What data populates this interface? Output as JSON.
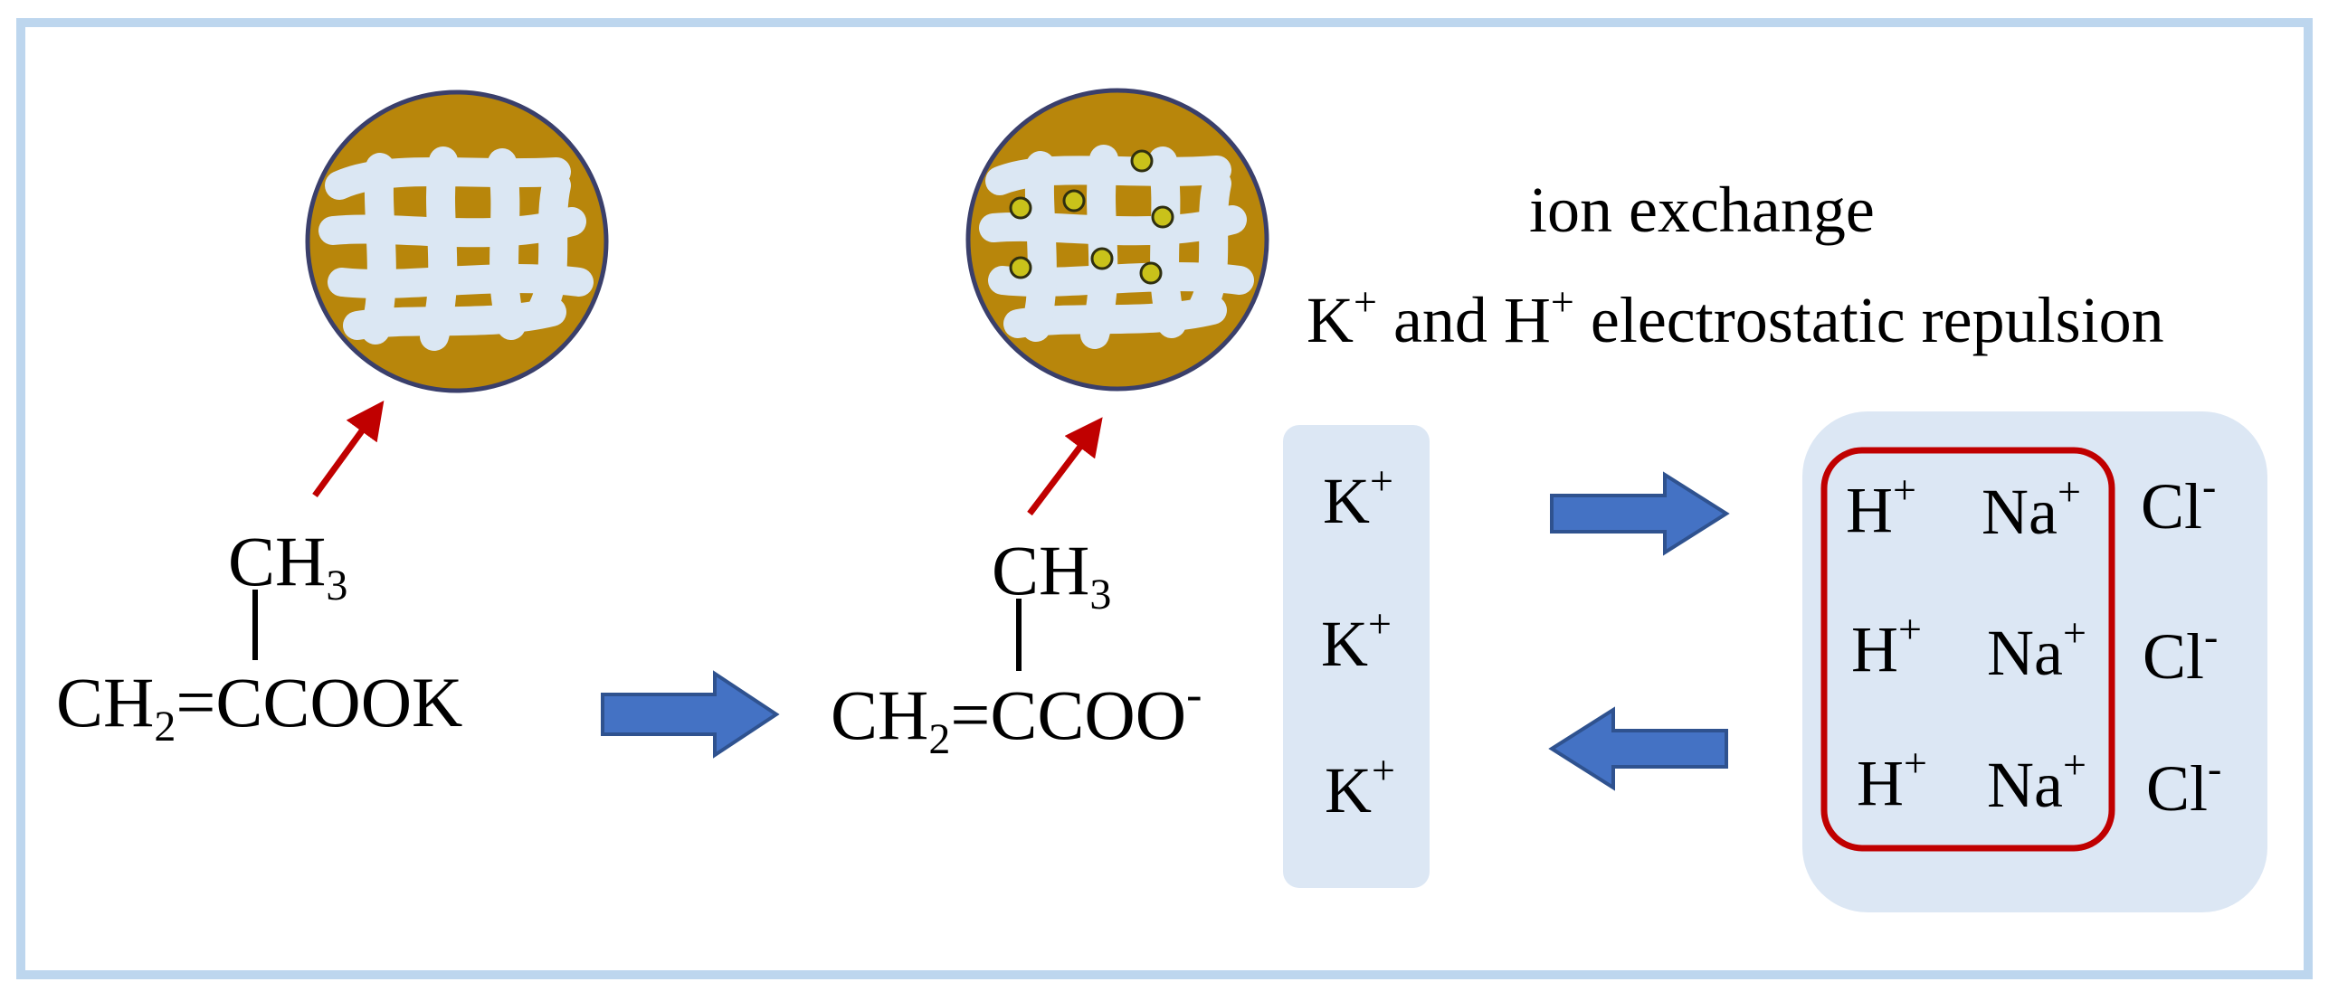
{
  "colors": {
    "frame": "#bdd6ee",
    "bead_fill": "#b8860b",
    "bead_stroke": "#3a3f6b",
    "network": "#dbe7f3",
    "dot_fill": "#c9c21a",
    "dot_stroke": "#2f2f10",
    "red_arrow": "#c00000",
    "blue_arrow": "#4472c4",
    "blue_arrow_stroke": "#2f528f",
    "ion_panel": "#dce7f4",
    "red_box": "#c00000"
  },
  "icons": {
    "left_bead": "hydrogel-network-bead-icon",
    "right_bead": "hydrogel-network-bead-with-ions-icon",
    "pointer": "red-arrow-icon",
    "reaction_arrow": "blue-block-arrow-icon"
  },
  "labels": {
    "ion_exchange": "ion exchange",
    "repulsion_prefix": "K",
    "repulsion_plus1": "+",
    "repulsion_mid": " and H",
    "repulsion_plus2": "+",
    "repulsion_suffix": " electrostatic repulsion"
  },
  "molecule_left": {
    "methyl": "CH",
    "methyl_sub": "3",
    "chain_a": "CH",
    "chain_sub": "2",
    "chain_b": "=CCOOK"
  },
  "molecule_right": {
    "methyl": "CH",
    "methyl_sub": "3",
    "chain_a": "CH",
    "chain_sub": "2",
    "chain_b": "=CCOO",
    "charge": "-"
  },
  "k_panel": [
    {
      "symbol": "K",
      "charge": "+"
    },
    {
      "symbol": "K",
      "charge": "+"
    },
    {
      "symbol": "K",
      "charge": "+"
    }
  ],
  "exchange_panel": {
    "h_ions": [
      {
        "symbol": "H",
        "charge": "+"
      },
      {
        "symbol": "H",
        "charge": "+"
      },
      {
        "symbol": "H",
        "charge": "+"
      }
    ],
    "na_ions": [
      {
        "symbol": "Na",
        "charge": "+"
      },
      {
        "symbol": "Na",
        "charge": "+"
      },
      {
        "symbol": "Na",
        "charge": "+"
      }
    ],
    "cl_ions": [
      {
        "symbol": "Cl",
        "charge": "-"
      },
      {
        "symbol": "Cl",
        "charge": "-"
      },
      {
        "symbol": "Cl",
        "charge": "-"
      }
    ]
  }
}
